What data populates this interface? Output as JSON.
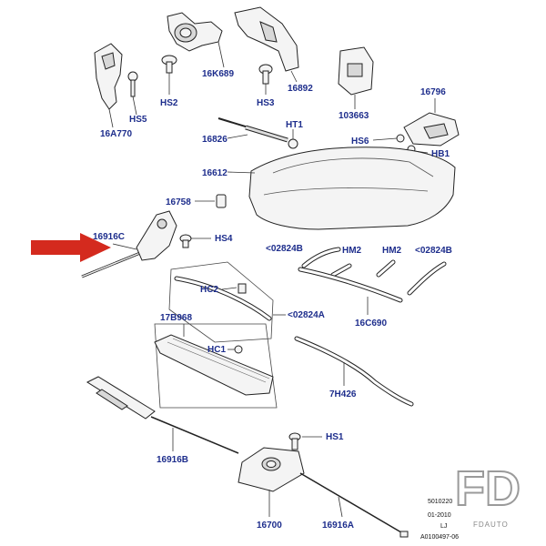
{
  "callouts": {
    "c16A770": "16A770",
    "cHS5": "HS5",
    "cHS2": "HS2",
    "c16K689": "16K689",
    "cHS3": "HS3",
    "c16892": "16892",
    "c103663": "103663",
    "c16796": "16796",
    "cHT1": "HT1",
    "c16826": "16826",
    "cHS6": "HS6",
    "cHB1": "HB1",
    "c16612": "16612",
    "c16758": "16758",
    "c16916C": "16916C",
    "cHS4": "HS4",
    "c02824B_left": "<02824B",
    "cHM2_left": "HM2",
    "cHM2_right": "HM2",
    "c02824B_right": "<02824B",
    "cHC2": "HC2",
    "c02824A": "<02824A",
    "c16C690": "16C690",
    "c17B968": "17B968",
    "cHC1": "HC1",
    "c7H426": "7H426",
    "c16916B": "16916B",
    "cHS1": "HS1",
    "c16700": "16700",
    "c16916A": "16916A"
  },
  "meta": {
    "code": "5010220",
    "date": "01-2010",
    "lj": "LJ",
    "ref": "A0100497-06"
  },
  "watermark": {
    "letters": "FD",
    "caption": "FDAUTO"
  },
  "colors": {
    "callout": "#1d2d8c",
    "arrow": "#d42a1e"
  }
}
